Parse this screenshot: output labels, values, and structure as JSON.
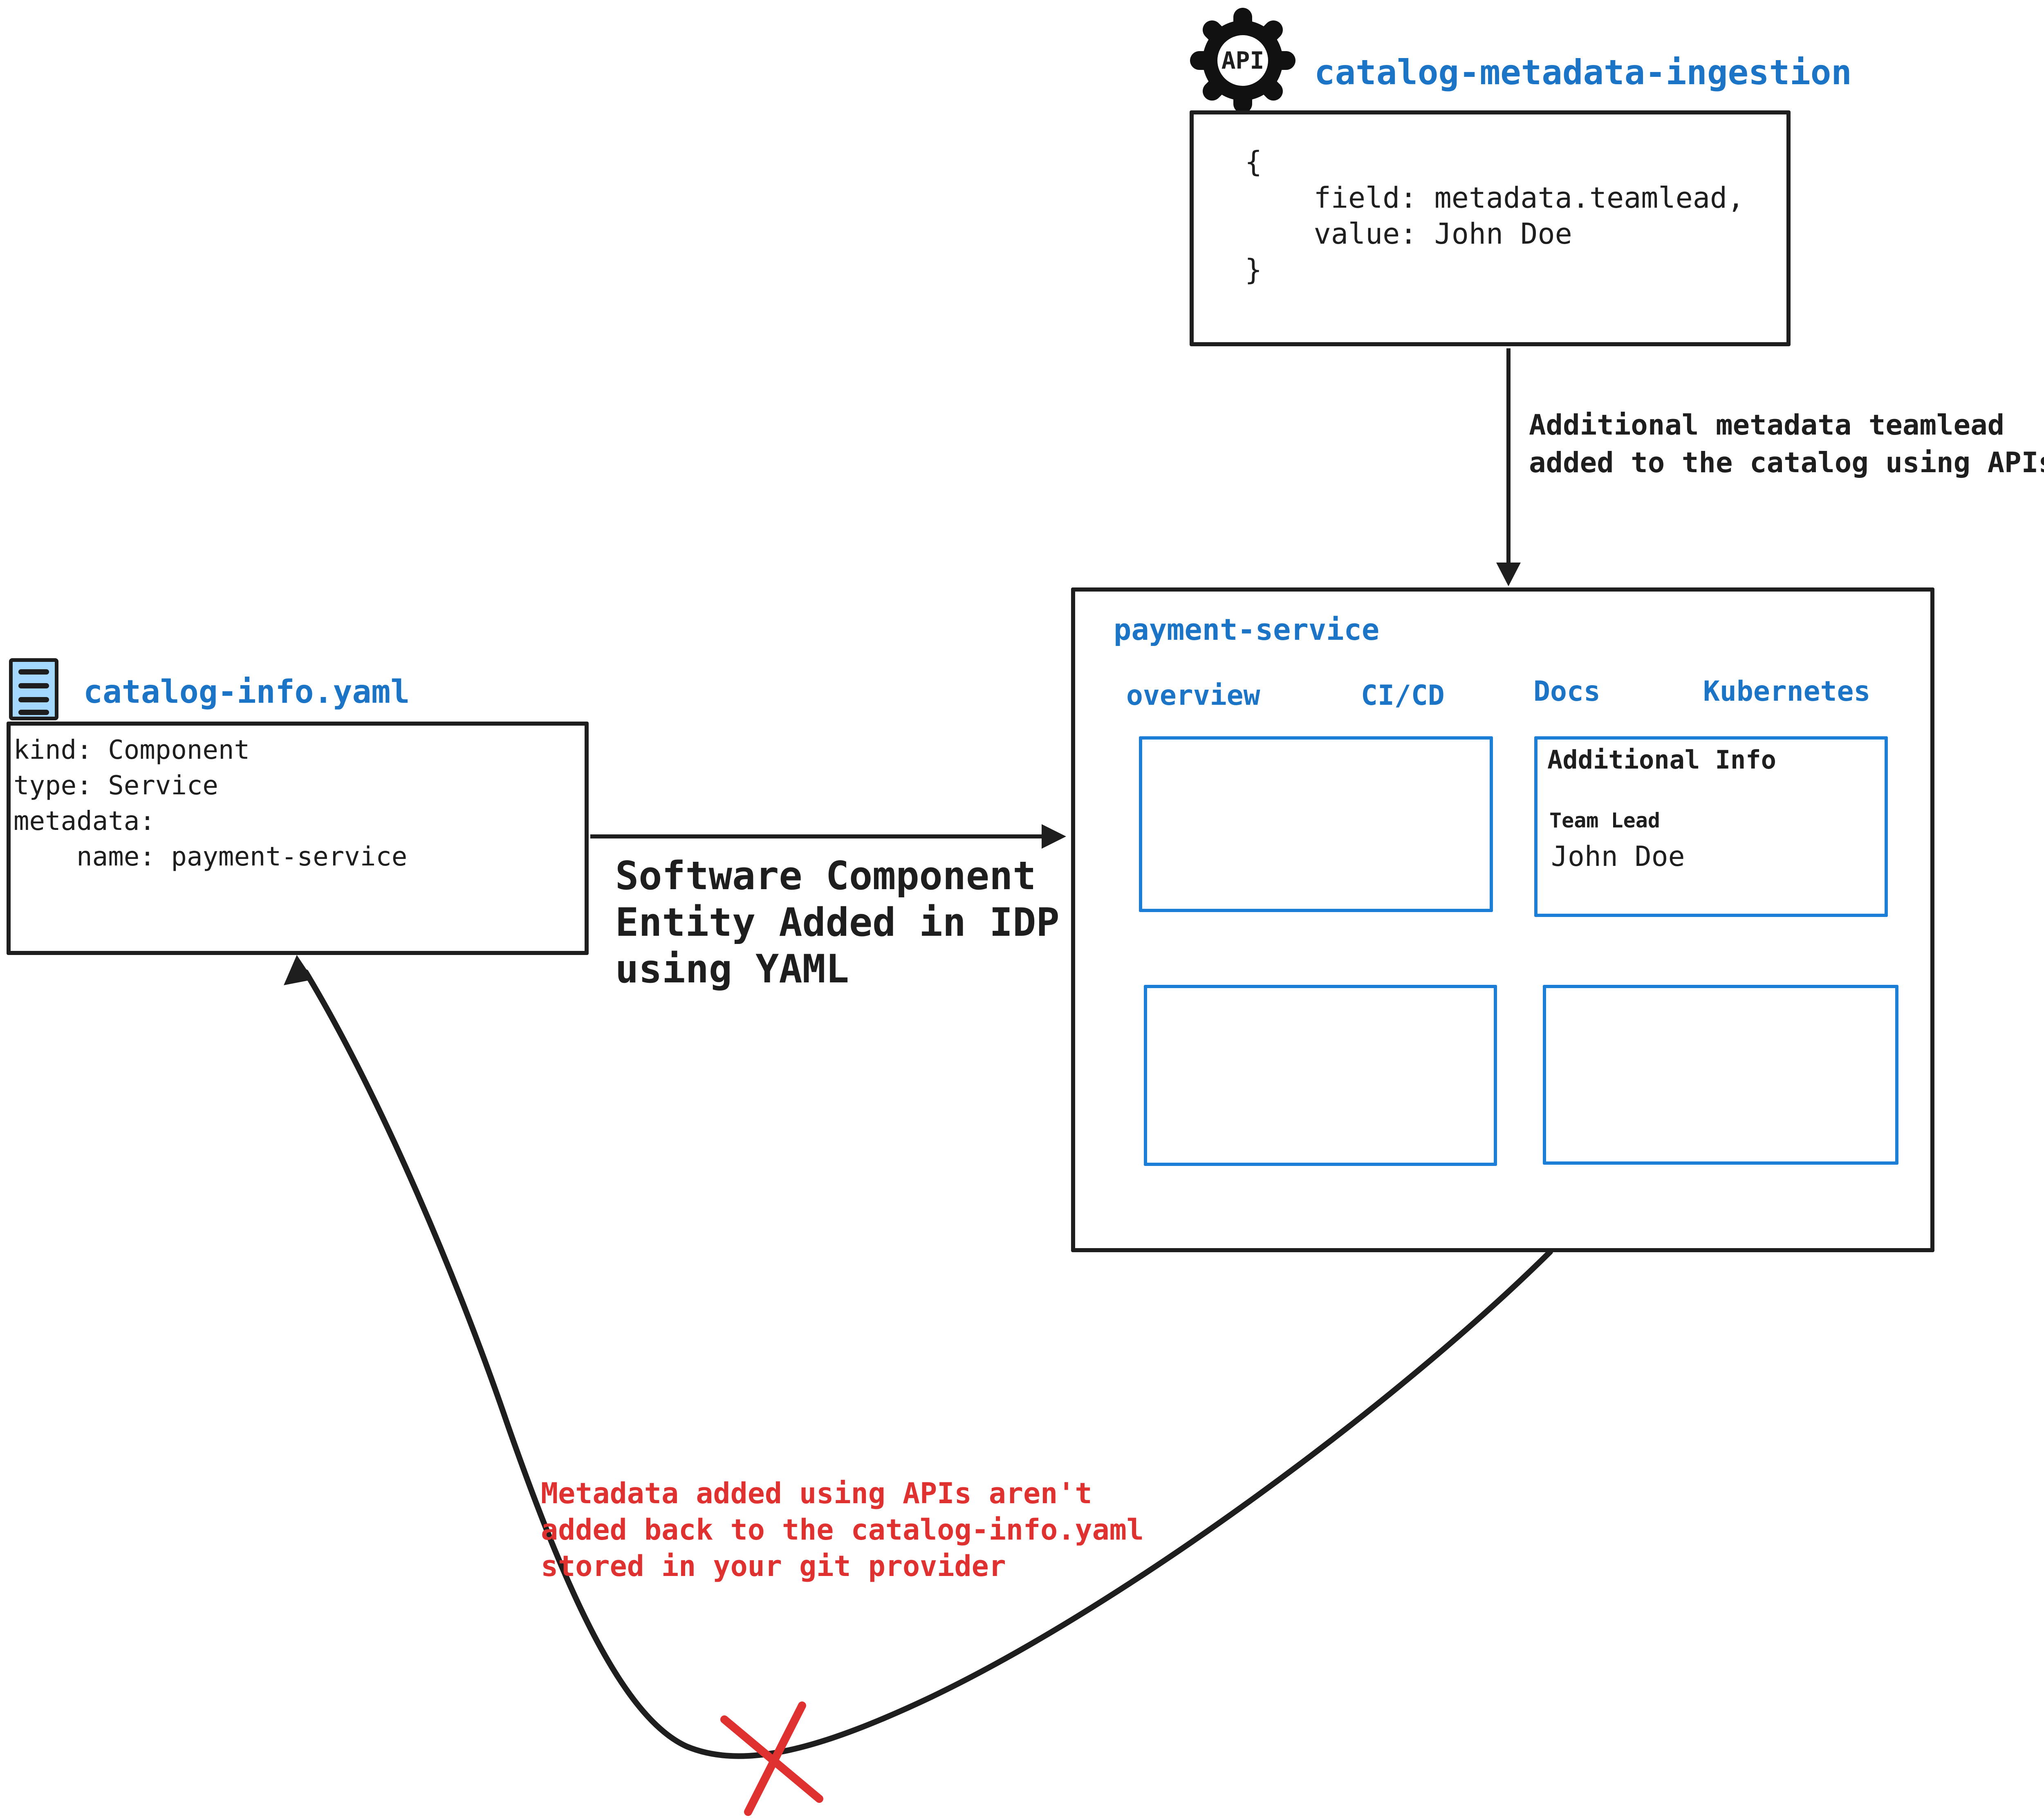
{
  "colors": {
    "ink": "#1e1e1e",
    "blue": "#1b74c5",
    "panel_blue": "#1c7ed6",
    "light_blue": "#a5d8ff",
    "red": "#e03131"
  },
  "api_service": {
    "icon_label": "API",
    "title": "catalog-metadata-ingestion",
    "code": "{\n    field: metadata.teamlead,\n    value: John Doe\n}"
  },
  "ingestion_arrow_label": {
    "line1": "Additional metadata teamlead",
    "line2": "added to the catalog using APIs"
  },
  "idp": {
    "title": "payment-service",
    "tabs": [
      {
        "label": "overview"
      },
      {
        "label": "CI/CD"
      },
      {
        "label": "Docs"
      },
      {
        "label": "Kubernetes"
      }
    ],
    "additional_info": {
      "title": "Additional Info",
      "field_label": "Team Lead",
      "field_value": "John Doe"
    }
  },
  "yaml_file": {
    "title": "catalog-info.yaml",
    "code": "kind: Component\ntype: Service\nmetadata:\n    name: payment-service"
  },
  "yaml_arrow_label": {
    "line1": "Software Component",
    "line2": "Entity Added in IDP",
    "line3": "using YAML"
  },
  "feedback_note": {
    "line1": "Metadata added using APIs aren't",
    "line2": "added back to the catalog-info.yaml",
    "line3": "stored in your git provider"
  }
}
